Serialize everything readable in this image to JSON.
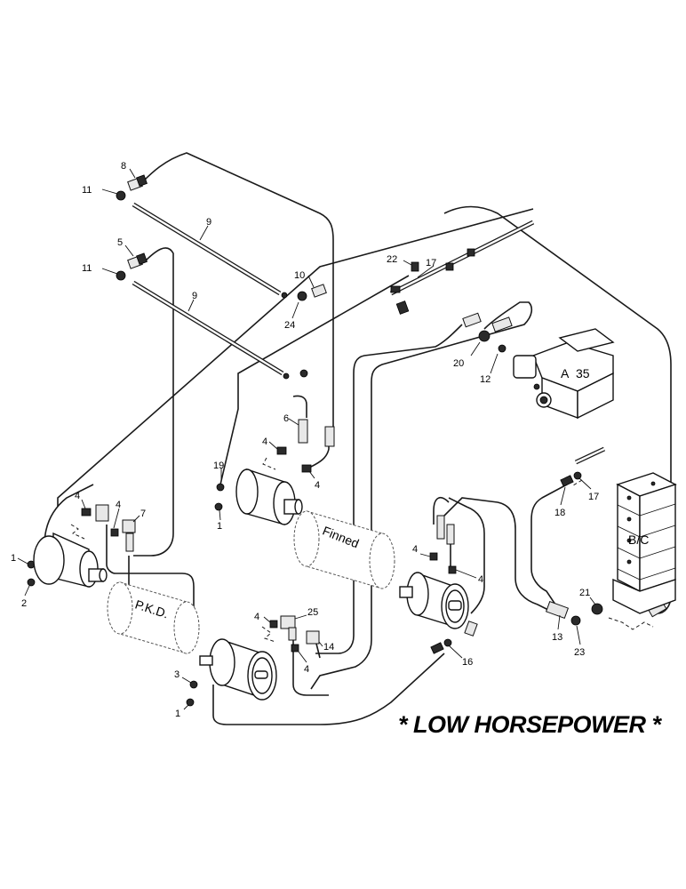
{
  "caption": "* LOW HORSEPOWER *",
  "components": {
    "finned": "Finned",
    "pkd": "P.K.D.",
    "valve_a": "A",
    "valve_35": "35",
    "valve_bc": "B/C"
  },
  "callouts": [
    {
      "id": "c8",
      "text": "8"
    },
    {
      "id": "c11a",
      "text": "11"
    },
    {
      "id": "c9a",
      "text": "9"
    },
    {
      "id": "c5",
      "text": "5"
    },
    {
      "id": "c11b",
      "text": "11"
    },
    {
      "id": "c9b",
      "text": "9"
    },
    {
      "id": "c10",
      "text": "10"
    },
    {
      "id": "c24",
      "text": "24"
    },
    {
      "id": "c22",
      "text": "22"
    },
    {
      "id": "c17a",
      "text": "17"
    },
    {
      "id": "c20",
      "text": "20"
    },
    {
      "id": "c12",
      "text": "12"
    },
    {
      "id": "c6",
      "text": "6"
    },
    {
      "id": "c4a",
      "text": "4"
    },
    {
      "id": "c4b",
      "text": "4"
    },
    {
      "id": "c19",
      "text": "19"
    },
    {
      "id": "c1a",
      "text": "1"
    },
    {
      "id": "c4c",
      "text": "4"
    },
    {
      "id": "c4d",
      "text": "4"
    },
    {
      "id": "c7",
      "text": "7"
    },
    {
      "id": "c1b",
      "text": "1"
    },
    {
      "id": "c2",
      "text": "2"
    },
    {
      "id": "c17b",
      "text": "17"
    },
    {
      "id": "c18",
      "text": "18"
    },
    {
      "id": "c4e",
      "text": "4"
    },
    {
      "id": "c4f",
      "text": "4"
    },
    {
      "id": "c21",
      "text": "21"
    },
    {
      "id": "c13",
      "text": "13"
    },
    {
      "id": "c23",
      "text": "23"
    },
    {
      "id": "c16",
      "text": "16"
    },
    {
      "id": "c4g",
      "text": "4"
    },
    {
      "id": "c25",
      "text": "25"
    },
    {
      "id": "c14",
      "text": "14"
    },
    {
      "id": "c4h",
      "text": "4"
    },
    {
      "id": "c3",
      "text": "3"
    },
    {
      "id": "c1c",
      "text": "1"
    }
  ]
}
